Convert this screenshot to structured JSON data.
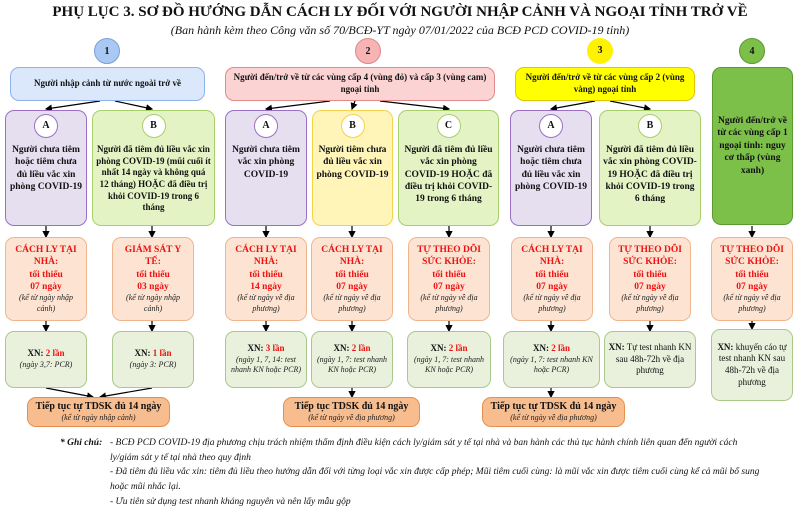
{
  "title": "PHỤ LỤC 3. SƠ ĐỒ HƯỚNG DẪN CÁCH LY ĐỐI VỚI NGƯỜI NHẬP CẢNH VÀ NGOẠI TỈNH TRỞ VỀ",
  "subtitle": "(Ban hành kèm theo Công văn số 70/BCĐ-YT ngày 07/01/2022 của BCĐ PCD COVID-19 tỉnh)",
  "colors": {
    "group1": "#a9c8f3",
    "group2": "#f6b4b4",
    "group3": "#fff200",
    "group4": "#7cc04a",
    "red": "#ee1111"
  },
  "groups": [
    {
      "number": "1",
      "header": "Người nhập cảnh từ nước ngoài trở về",
      "branches": [
        {
          "letter": "A",
          "desc": "Người chưa tiêm hoặc tiêm chưa đủ liều vắc xin phòng COVID-19",
          "measure": "CÁCH LY TẠI NHÀ:",
          "min": "tối thiểu",
          "days": "07 ngày",
          "from": "(kể từ ngày nhập cảnh)",
          "xn_label": "XN:",
          "xn_count": "2 lần",
          "xn_note": "(ngày 3,7: PCR)"
        },
        {
          "letter": "B",
          "desc": "Người đã tiêm đủ liều vắc xin phòng COVID-19 (mũi cuối ít nhất 14 ngày và không quá 12 tháng) HOẶC đã điều trị khỏi COVID-19 trong 6 tháng",
          "measure": "GIÁM SÁT Y TẾ:",
          "min": "tối thiểu",
          "days": "03 ngày",
          "from": "(kể từ ngày nhập cảnh)",
          "xn_label": "XN:",
          "xn_count": "1 lần",
          "xn_note": "(ngày 3: PCR)"
        }
      ],
      "followup": {
        "title": "Tiếp tục tự TDSK đủ 14 ngày",
        "note": "(kể từ ngày nhập cảnh)"
      }
    },
    {
      "number": "2",
      "header": "Người đến/trở về từ các vùng cấp 4 (vùng đỏ) và cấp 3 (vùng cam) ngoại tỉnh",
      "branches": [
        {
          "letter": "A",
          "desc": "Người chưa tiêm vắc xin phòng COVID-19",
          "measure": "CÁCH LY TẠI NHÀ:",
          "min": "tối thiểu",
          "days": "14 ngày",
          "from": "(kể từ ngày về địa phương)",
          "xn_label": "XN:",
          "xn_count": "3 lần",
          "xn_note": "(ngày 1, 7, 14: test nhanh KN hoặc PCR)"
        },
        {
          "letter": "B",
          "desc": "Người tiêm chưa đủ liều vắc xin phòng COVID-19",
          "measure": "CÁCH LY TẠI NHÀ:",
          "min": "tối thiểu",
          "days": "07 ngày",
          "from": "(kể từ ngày về địa phương)",
          "xn_label": "XN:",
          "xn_count": "2 lần",
          "xn_note": "(ngày 1, 7: test nhanh KN hoặc PCR)"
        },
        {
          "letter": "C",
          "desc": "Người đã tiêm đủ liều vắc xin phòng COVID-19 HOẶC đã điều trị khỏi COVID-19 trong 6 tháng",
          "measure": "TỰ THEO DÕI SỨC KHỎE:",
          "min": "tối thiểu",
          "days": "07 ngày",
          "from": "(kể từ ngày về địa phương)",
          "xn_label": "XN:",
          "xn_count": "2 lần",
          "xn_note": "(ngày 1, 7: test nhanh KN hoặc PCR)"
        }
      ],
      "followup": {
        "title": "Tiếp tục TDSK đủ 14 ngày",
        "note": "(kể từ ngày về địa phương)"
      }
    },
    {
      "number": "3",
      "header": "Người đến/trở về từ các vùng cấp 2 (vùng vàng) ngoại tỉnh",
      "branches": [
        {
          "letter": "A",
          "desc": "Người chưa tiêm hoặc tiêm chưa đủ liều vắc xin phòng COVID-19",
          "measure": "CÁCH LY TẠI NHÀ:",
          "min": "tối thiểu",
          "days": "07 ngày",
          "from": "(kể từ ngày về địa phương)",
          "xn_label": "XN:",
          "xn_count": "2 lần",
          "xn_note": "(ngày 1, 7: test nhanh KN hoặc PCR)"
        },
        {
          "letter": "B",
          "desc": "Người đã tiêm đủ liều vắc xin phòng COVID-19 HOẶC đã điều trị khỏi COVID-19 trong 6 tháng",
          "measure": "TỰ THEO DÕI SỨC KHỎE:",
          "min": "tối thiểu",
          "days": "07 ngày",
          "from": "(kể từ ngày về địa phương)",
          "xn_label": "XN:",
          "xn_text": "Tự test nhanh KN sau 48h-72h về địa phương"
        }
      ],
      "followup": {
        "title": "Tiếp tục tự TDSK đủ 14 ngày",
        "note": "(kể từ ngày về địa phương)"
      }
    },
    {
      "number": "4",
      "header": "Người đến/trở về từ các vùng cấp 1 ngoại tỉnh: nguy cơ thấp (vùng xanh)",
      "measure": "TỰ THEO DÕI SỨC KHỎE:",
      "min": "tối thiểu",
      "days": "07 ngày",
      "from": "(kể từ ngày về địa phương)",
      "xn_label": "XN:",
      "xn_text": "khuyến cáo tự test nhanh KN sau 48h-72h về địa phương"
    }
  ],
  "notes": {
    "label": "* Ghi chú:",
    "items": [
      "- BCĐ PCD COVID-19 địa phương chịu trách nhiệm thẩm định điều kiện cách ly/giám sát y tế tại nhà và ban hành các thủ tục hành chính liên quan đến người cách ly/giám sát y tế tại nhà theo quy định",
      "- Đã tiêm đủ liều vắc xin: tiêm đủ liều theo hướng dẫn đối với từng loại vắc xin được cấp phép; Mũi tiêm cuối cùng: là mũi vắc xin được tiêm cuối cùng kể cả mũi bổ sung hoặc mũi nhắc lại.",
      "- Ưu tiên sử dụng test nhanh kháng nguyên và nên lấy mẫu gộp"
    ]
  }
}
